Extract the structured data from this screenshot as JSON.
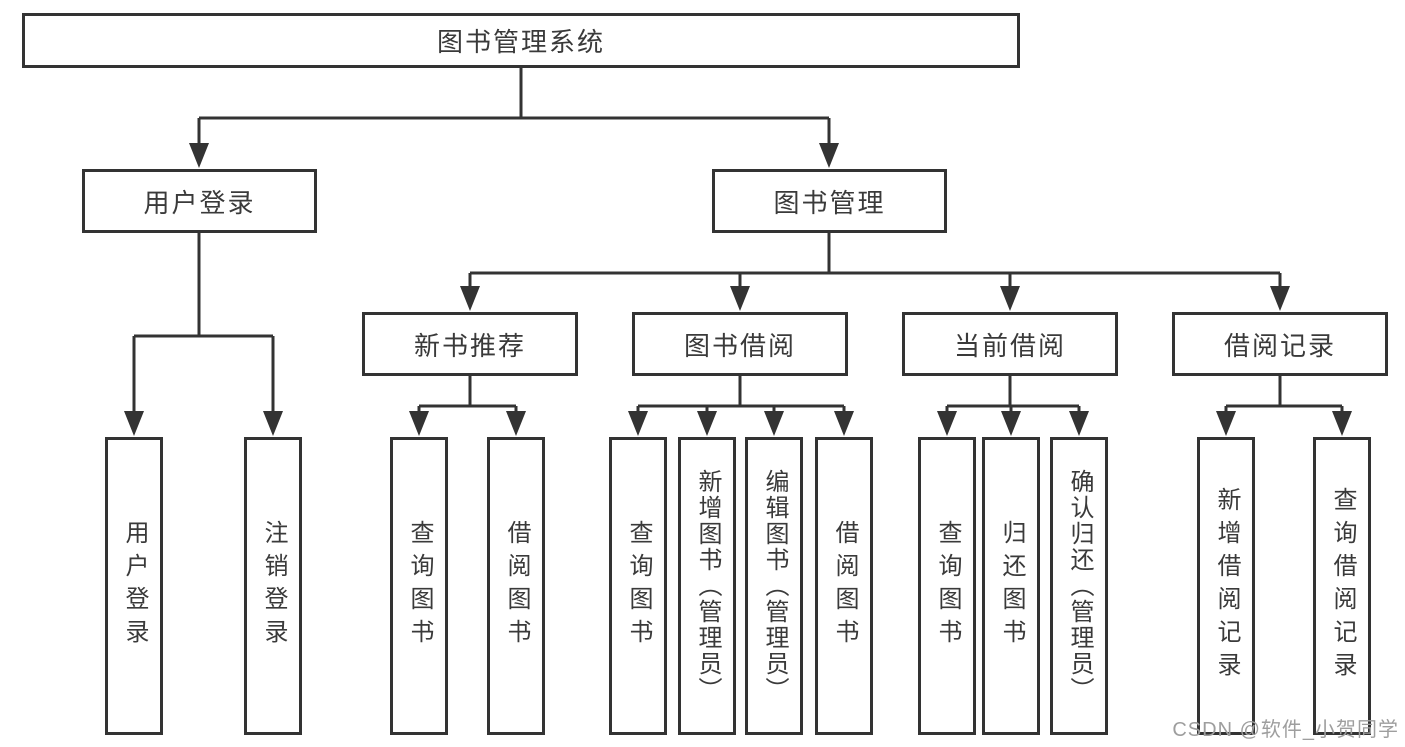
{
  "tree": {
    "label": "图书管理系统",
    "children": [
      {
        "label": "用户登录",
        "children": [
          {
            "label": "用户登录"
          },
          {
            "label": "注销登录"
          }
        ]
      },
      {
        "label": "图书管理",
        "children": [
          {
            "label": "新书推荐",
            "children": [
              {
                "label": "查询图书"
              },
              {
                "label": "借阅图书"
              }
            ]
          },
          {
            "label": "图书借阅",
            "children": [
              {
                "label": "查询图书"
              },
              {
                "label": "新增图书（管理员）"
              },
              {
                "label": "编辑图书（管理员）"
              },
              {
                "label": "借阅图书"
              }
            ]
          },
          {
            "label": "当前借阅",
            "children": [
              {
                "label": "查询图书"
              },
              {
                "label": "归还图书"
              },
              {
                "label": "确认归还（管理员）"
              }
            ]
          },
          {
            "label": "借阅记录",
            "children": [
              {
                "label": "新增借阅记录"
              },
              {
                "label": "查询借阅记录"
              }
            ]
          }
        ]
      }
    ]
  },
  "watermark": "CSDN @软件_小贺同学",
  "colors": {
    "line": "#333333",
    "text": "#3a3a3a",
    "box_fill": "#ffffff",
    "watermark": "#9e9e9e"
  }
}
